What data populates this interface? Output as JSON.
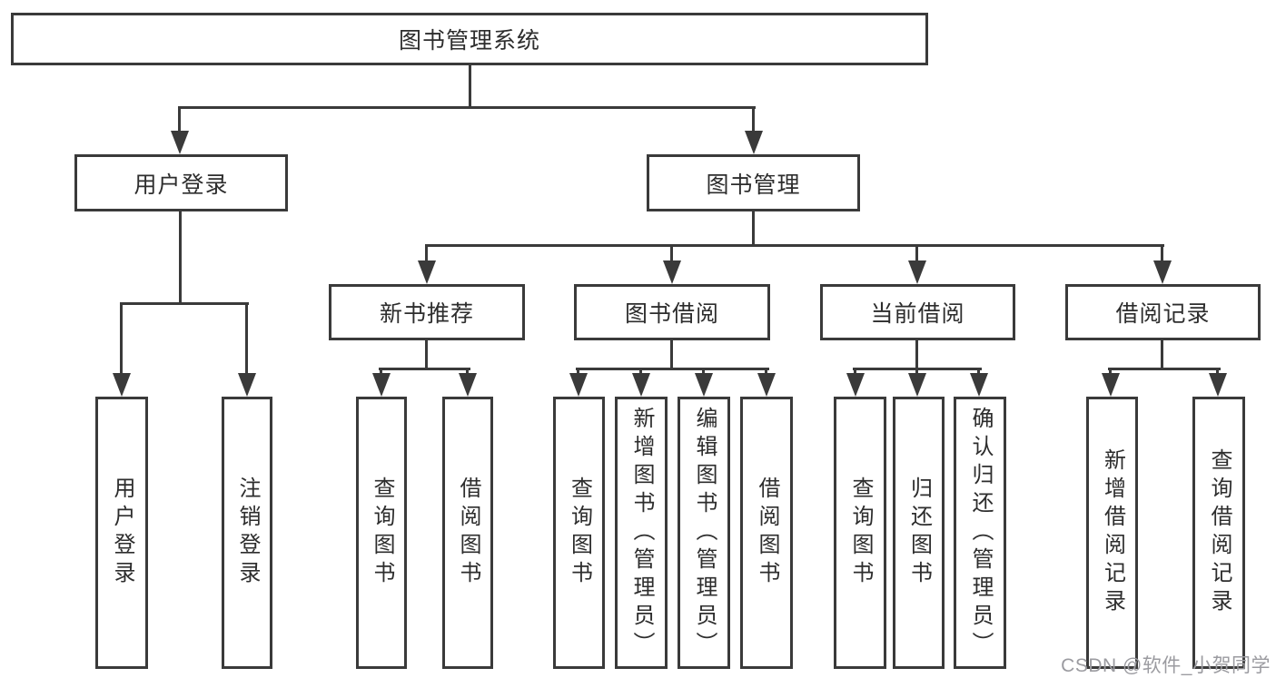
{
  "diagram": {
    "root": {
      "label": "图书管理系统"
    },
    "login": {
      "label": "用户登录",
      "children": [
        "用户登录",
        "注销登录"
      ]
    },
    "mgmt": {
      "label": "图书管理",
      "sections": [
        {
          "label": "新书推荐",
          "children": [
            "查询图书",
            "借阅图书"
          ]
        },
        {
          "label": "图书借阅",
          "children": [
            "查询图书",
            "新增图书（管理员）",
            "编辑图书（管理员）",
            "借阅图书"
          ]
        },
        {
          "label": "当前借阅",
          "children": [
            "查询图书",
            "归还图书",
            "确认归还（管理员）"
          ]
        },
        {
          "label": "借阅记录",
          "children": [
            "新增借阅记录",
            "查询借阅记录"
          ]
        }
      ]
    }
  },
  "watermark": {
    "text": "CSDN @软件_小贺同学"
  },
  "colors": {
    "line": "#3a3a3a",
    "text": "#2d2d2d",
    "watermark": "#9b9ba0",
    "background": "#ffffff"
  }
}
